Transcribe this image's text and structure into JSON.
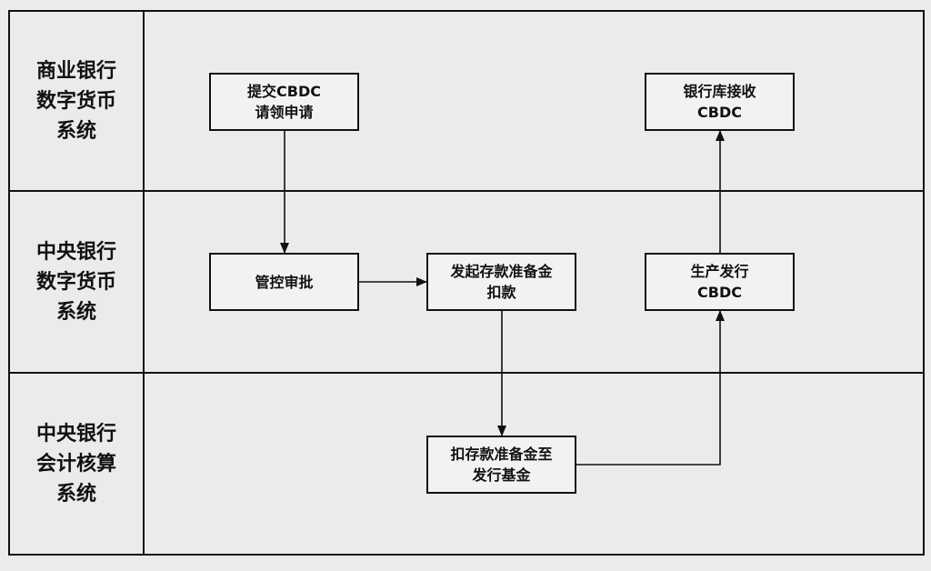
{
  "lanes": [
    {
      "label": "商业银行\n数字货币\n系统"
    },
    {
      "label": "中央银行\n数字货币\n系统"
    },
    {
      "label": "中央银行\n会计核算\n系统"
    }
  ],
  "nodes": {
    "submit_request": "提交CBDC\n请领申请",
    "receive_cbdc": "银行库接收\nCBDC",
    "control_approval": "管控审批",
    "initiate_deduction": "发起存款准备金\n扣款",
    "issue_cbdc": "生产发行\nCBDC",
    "deduct_to_fund": "扣存款准备金至\n发行基金"
  },
  "colors": {
    "background": "#ebebeb",
    "line": "#111111",
    "node_fill": "#f2f2f2"
  }
}
